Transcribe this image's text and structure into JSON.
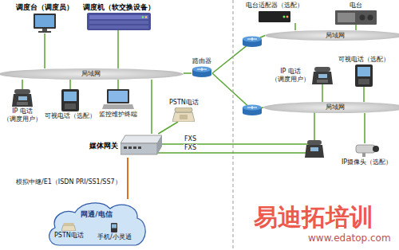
{
  "diagram": {
    "nodes": [
      {
        "text": [
          "调度台（调度员）"
        ]
      },
      {
        "text": [
          "调度机（软交换设备）"
        ]
      },
      {
        "text": [
          "局域网"
        ]
      },
      {
        "text": [
          "IP 电话",
          "（调度用户）"
        ]
      },
      {
        "text": [
          "可视电话（选配）"
        ]
      },
      {
        "text": [
          "监控维护终端"
        ]
      },
      {
        "text": [
          "路由器"
        ]
      },
      {
        "text": [
          "PSTN电话"
        ]
      },
      {
        "text": [
          "媒体网关"
        ]
      },
      {
        "text": [
          "网通/电信"
        ]
      },
      {
        "text": [
          "PSTN电话"
        ],
        "in": 9
      },
      {
        "text": [
          "手机/小灵通"
        ],
        "in": 9
      },
      {
        "text": [
          "电台适配器（选配）"
        ]
      },
      {
        "text": [
          "电台"
        ]
      },
      {
        "text": [
          "局域网"
        ]
      },
      {
        "text": [
          "局域网"
        ]
      },
      {
        "text": [
          "IP 电话",
          "（调度用户）"
        ]
      },
      {
        "text": [
          "可视电话（选配）"
        ]
      },
      {
        "text": [
          "IP摄像头（选配）"
        ]
      }
    ],
    "edges": [
      {
        "from": 0,
        "to": 2,
        "arrow": "none"
      },
      {
        "from": 1,
        "to": 2,
        "arrow": "none"
      },
      {
        "from": 2,
        "to": 3,
        "arrow": "none"
      },
      {
        "from": 2,
        "to": 4,
        "arrow": "none"
      },
      {
        "from": 2,
        "to": 5,
        "arrow": "none"
      },
      {
        "from": 2,
        "to": 6,
        "arrow": "none"
      },
      {
        "from": 2,
        "to": 8,
        "arrow": "none"
      },
      {
        "from": 8,
        "to": 7,
        "arrow": "none"
      },
      {
        "from": 8,
        "to": 9,
        "arrow": "none"
      },
      {
        "from": 6,
        "to": 14,
        "arrow": "none"
      },
      {
        "from": 6,
        "to": 15,
        "arrow": "none"
      },
      {
        "from": 14,
        "to": 12,
        "arrow": "none"
      },
      {
        "from": 14,
        "to": 13,
        "arrow": "none"
      },
      {
        "from": 15,
        "to": 16,
        "arrow": "none"
      },
      {
        "from": 15,
        "to": 17,
        "arrow": "none"
      },
      {
        "from": 15,
        "to": 18,
        "arrow": "none"
      }
    ],
    "labels": [
      "模拟中继/E1（ISDN PRI/SS1/SS7）",
      "FXS",
      "FXS",
      "易迪拓培训",
      "www.edatop.com"
    ]
  }
}
